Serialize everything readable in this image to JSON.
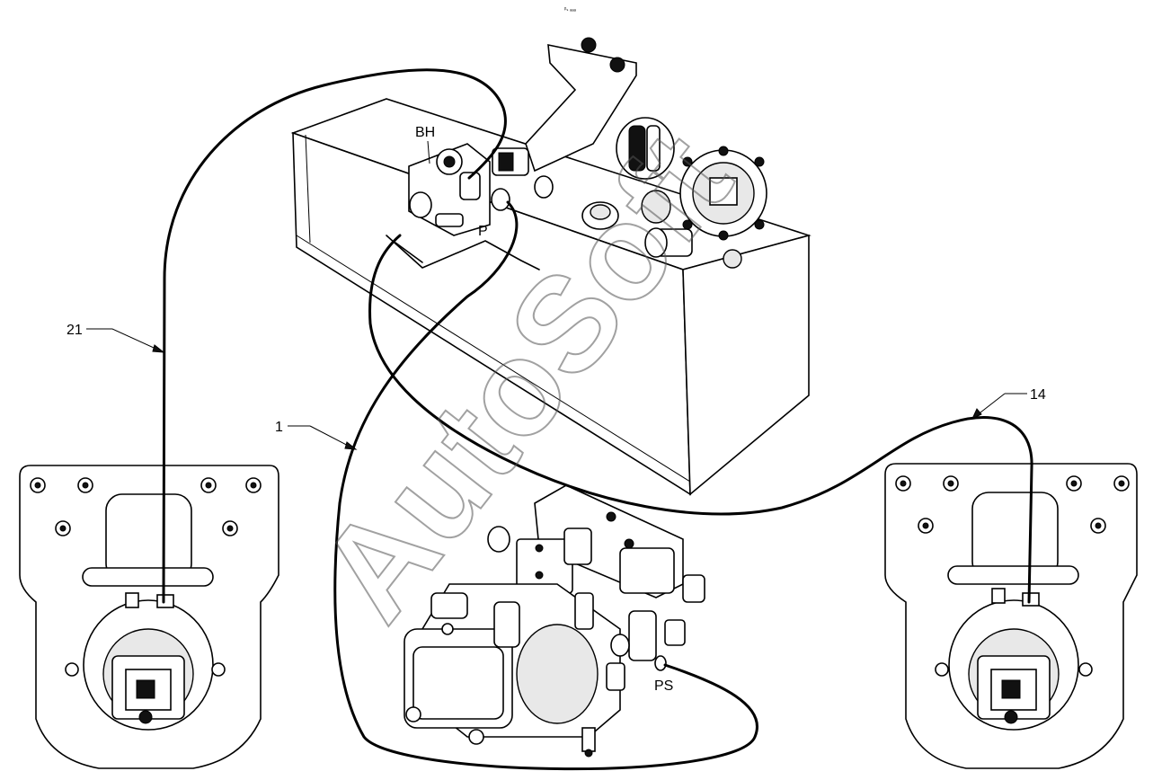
{
  "header": {
    "code": "ᵖₛ ₐₐₐ"
  },
  "watermark": {
    "text": "AutoSoft"
  },
  "labels": {
    "bh": "BH",
    "p": "P",
    "ps": "PS",
    "hose_21": "21",
    "hose_1": "1",
    "hose_14": "14"
  }
}
